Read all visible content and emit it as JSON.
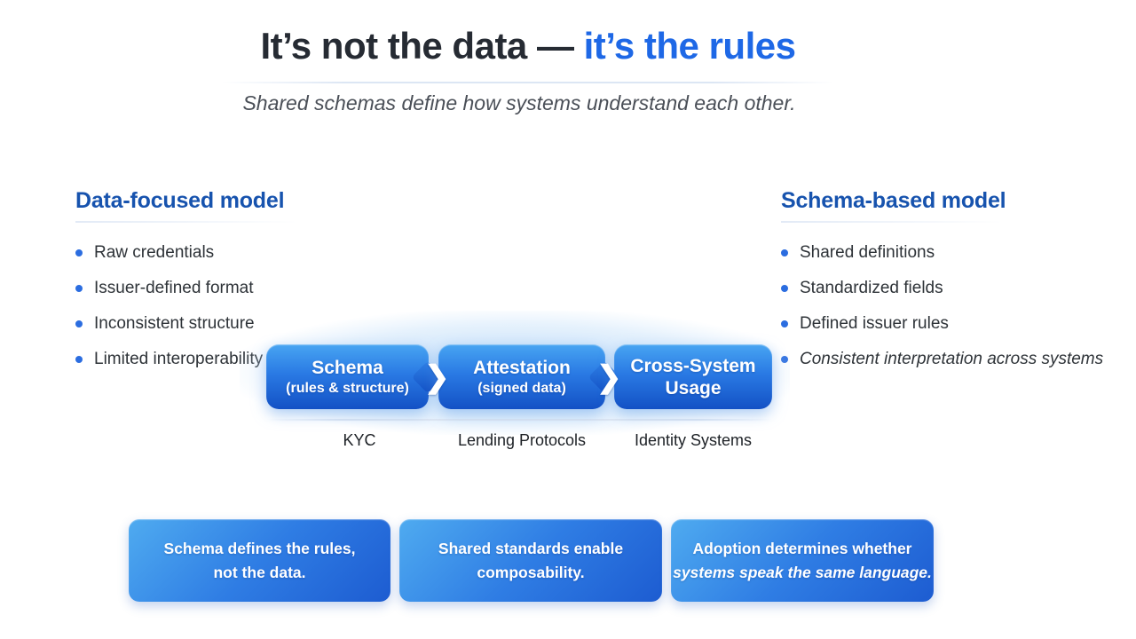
{
  "title": {
    "dark": "It’s not the data — ",
    "accent": "it’s the rules"
  },
  "subtitle": "Shared schemas define how systems understand each other.",
  "left_panel": {
    "heading": "Data-focused model",
    "items": [
      "Raw credentials",
      "Issuer-defined format",
      "Inconsistent structure",
      "Limited interoperability"
    ]
  },
  "right_panel": {
    "heading": "Schema-based model",
    "items": [
      "Shared definitions",
      "Standardized fields",
      "Defined issuer rules",
      "Consistent interpretation across systems"
    ]
  },
  "flow": {
    "steps": [
      {
        "title": "Schema",
        "subtitle": "(rules & structure)",
        "label": "KYC"
      },
      {
        "title": "Attestation",
        "subtitle": "(signed data)",
        "label": "Lending Protocols"
      },
      {
        "title_line1": "Cross-System",
        "title_line2": "Usage",
        "label": "Identity Systems"
      }
    ]
  },
  "takeaways": [
    {
      "line1": "Schema defines the rules,",
      "line2": "not the data."
    },
    {
      "line1": "Shared standards enable",
      "line2": "composability."
    },
    {
      "line1": "Adoption determines whether",
      "line2": "systems speak the same language."
    }
  ],
  "icons": {
    "chevron_right": "❯"
  },
  "colors": {
    "title_dark": "#262b33",
    "title_accent": "#1e68e6",
    "heading_blue": "#1753ae",
    "bullet_dot": "#2b6de0",
    "flow_gradient_top": "#48a5f2",
    "flow_gradient_bottom": "#1351c5",
    "takeaway_gradient_start": "#4fabf0",
    "takeaway_gradient_end": "#1d5cd1"
  }
}
